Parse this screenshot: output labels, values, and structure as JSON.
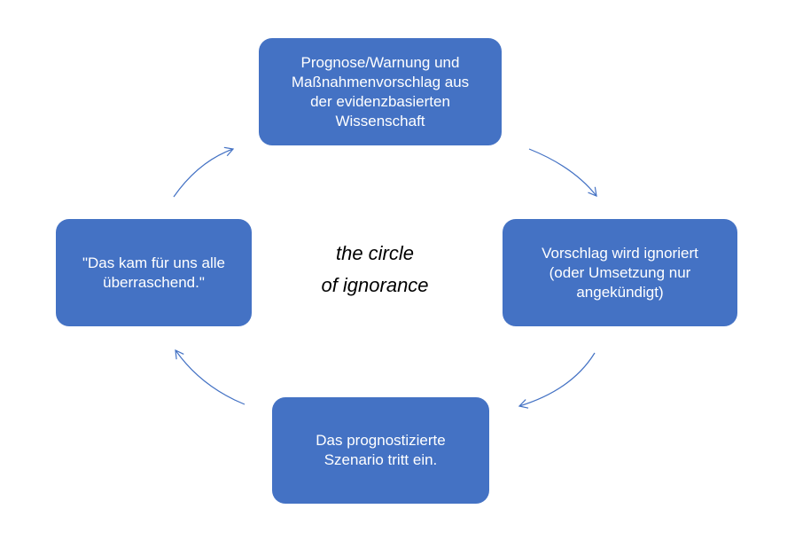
{
  "colors": {
    "box_fill": "#4472c4",
    "box_text": "#ffffff",
    "arrow": "#4472c4",
    "center_text": "#000000"
  },
  "center": {
    "line1": "the circle",
    "line2": "of ignorance"
  },
  "steps": [
    {
      "id": "top",
      "lines": [
        "Prognose/Warnung und",
        "Maßnahmenvorschlag aus",
        "der evidenzbasierten",
        "Wissenschaft"
      ]
    },
    {
      "id": "right",
      "lines": [
        "Vorschlag wird ignoriert",
        "(oder Umsetzung nur",
        "angekündigt)"
      ]
    },
    {
      "id": "bottom",
      "lines": [
        "Das prognostizierte",
        "Szenario tritt ein."
      ]
    },
    {
      "id": "left",
      "lines": [
        "\"Das kam für uns alle",
        "überraschend.\""
      ]
    }
  ]
}
